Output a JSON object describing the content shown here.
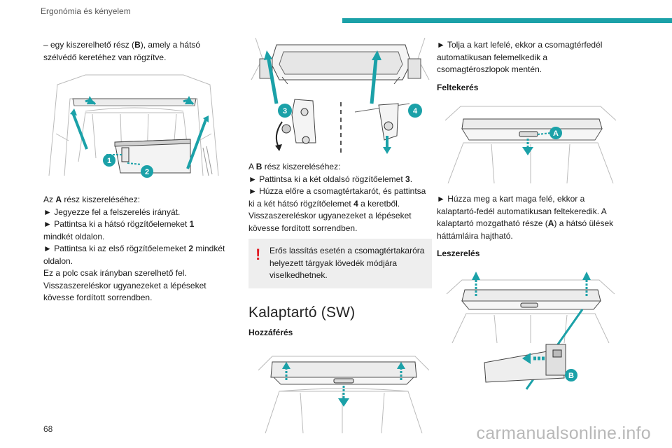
{
  "header": {
    "section_title": "Ergonómia és kényelem"
  },
  "col1": {
    "intro_dash": "– egy kiszerelhető rész (",
    "intro_B": "B",
    "intro_rest": "), amely a hátsó szélvédő keretéhez van rögzítve.",
    "a_intro_pre": "Az ",
    "a_intro_bold": "A",
    "a_intro_post": " rész kiszereléséhez:",
    "step1": "► Jegyezze fel a felszerelés irányát.",
    "step2_pre": "► Pattintsa ki a hátsó rögzítőelemeket ",
    "step2_bold": "1",
    "step2_post": " mindkét oldalon.",
    "step3_pre": "► Pattintsa ki az első rögzítőelemeket ",
    "step3_bold": "2",
    "step3_post": " mindkét oldalon.",
    "note1": "Ez a polc csak irányban szerelhető fel.",
    "note2": "Visszaszereléskor ugyanezeket a lépéseket kövesse fordított sorrendben.",
    "fig_labels": [
      "1",
      "2"
    ]
  },
  "col2": {
    "fig_labels": [
      "3",
      "4"
    ],
    "b_intro_pre": "A ",
    "b_intro_bold": "B",
    "b_intro_post": " rész kiszereléséhez:",
    "step1_pre": "► Pattintsa ki a két oldalsó rögzítőelemet ",
    "step1_bold": "3",
    "step1_post": ".",
    "step2_pre": "► Húzza előre a csomagtértakarót, és pattintsa ki a két hátsó rögzítőelemet ",
    "step2_bold": "4",
    "step2_post": " a keretből.",
    "note": "Visszaszereléskor ugyanezeket a lépéseket kövesse fordított sorrendben.",
    "warning": "Erős lassítás esetén a csomagtértakaróra helyezett tárgyak lövedék módjára viselkedhetnek.",
    "heading": "Kalaptartó (SW)",
    "subheading": "Hozzáférés"
  },
  "col3": {
    "step_push": "► Tolja a kart lefelé, ekkor a csomagtérfedél automatikusan felemelkedik a csomagtéroszlopok mentén.",
    "sub_roll": "Feltekerés",
    "fig_label_A": "A",
    "step_pull_pre": "► Húzza meg a kart maga felé, ekkor a kalaptartó-fedél automatikusan feltekeredik. A kalaptartó mozgatható része (",
    "step_pull_bold": "A",
    "step_pull_post": ") a hátsó ülések háttámláira hajtható.",
    "sub_remove": "Leszerelés",
    "fig_label_B": "B"
  },
  "footer": {
    "page_number": "68",
    "watermark": "carmanualsonline.info"
  },
  "colors": {
    "accent": "#1ba1a8",
    "warning": "#e01b24",
    "callout_bg": "#eeeeee"
  }
}
